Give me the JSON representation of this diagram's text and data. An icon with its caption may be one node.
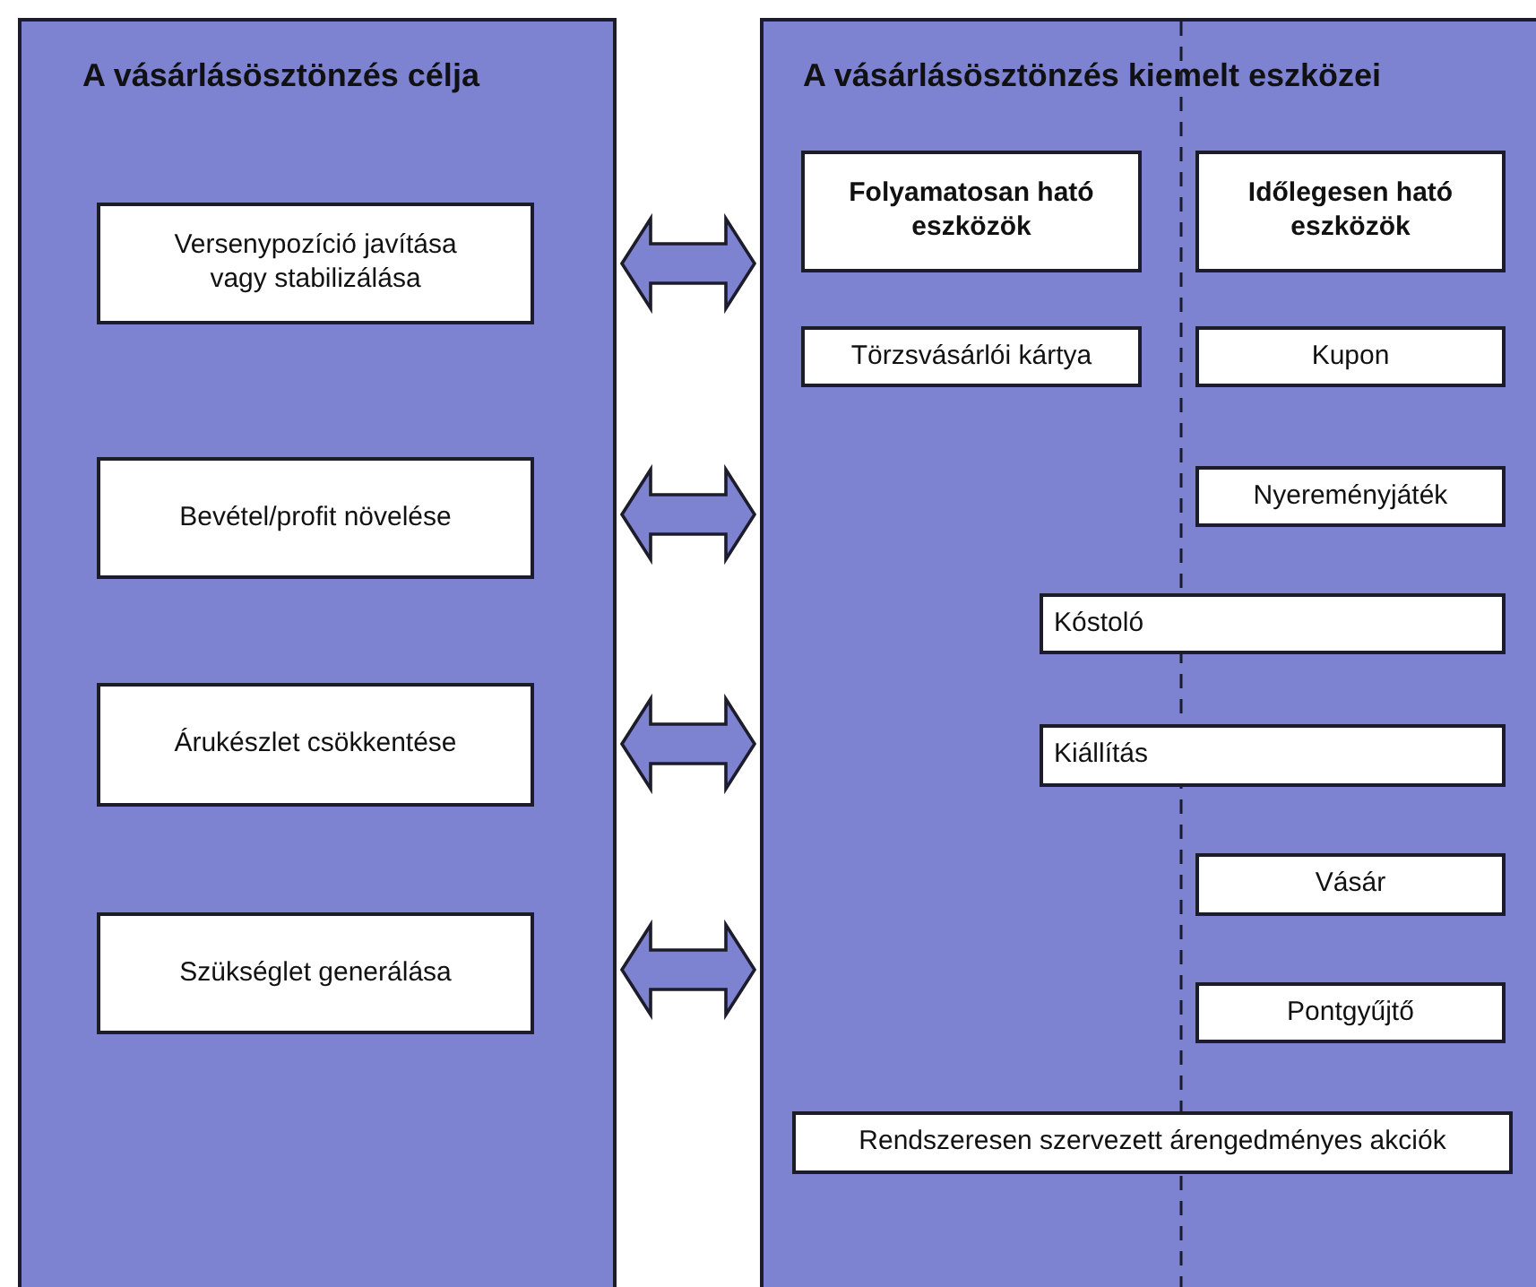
{
  "diagram": {
    "nodes": [
      {
        "text": [
          "A vásárlásösztönzés célja"
        ]
      },
      {
        "text": [
          "Versenypozíció javítása vagy stabilizálása"
        ],
        "in": 0
      },
      {
        "text": [
          "Bevétel/profit növelése"
        ],
        "in": 0
      },
      {
        "text": [
          "Árukészlet csökkentése"
        ],
        "in": 0
      },
      {
        "text": [
          "Szükséglet generálása"
        ],
        "in": 0
      },
      {
        "text": [
          "A vásárlásösztönzés kiemelt eszközei"
        ]
      },
      {
        "text": [
          "Folyamatosan ható eszközök"
        ],
        "in": 5
      },
      {
        "text": [
          "Időlegesen ható eszközök"
        ],
        "in": 5
      },
      {
        "text": [
          "Törzsvásárlói kártya"
        ],
        "in": 5
      },
      {
        "text": [
          "Kupon"
        ],
        "in": 5
      },
      {
        "text": [
          "Nyereményjáték"
        ],
        "in": 5
      },
      {
        "text": [
          "Kóstoló"
        ],
        "in": 5
      },
      {
        "text": [
          "Kiállítás"
        ],
        "in": 5
      },
      {
        "text": [
          "Vásár"
        ],
        "in": 5
      },
      {
        "text": [
          "Pontgyűjtő"
        ],
        "in": 5
      },
      {
        "text": [
          "Rendszeresen szervezett árengedményes akciók"
        ],
        "in": 5
      }
    ],
    "edges": [
      {
        "from": 0,
        "to": 5,
        "arrow": "both"
      },
      {
        "from": 0,
        "to": 5,
        "arrow": "both"
      },
      {
        "from": 0,
        "to": 5,
        "arrow": "both"
      },
      {
        "from": 0,
        "to": 5,
        "arrow": "both"
      }
    ]
  }
}
